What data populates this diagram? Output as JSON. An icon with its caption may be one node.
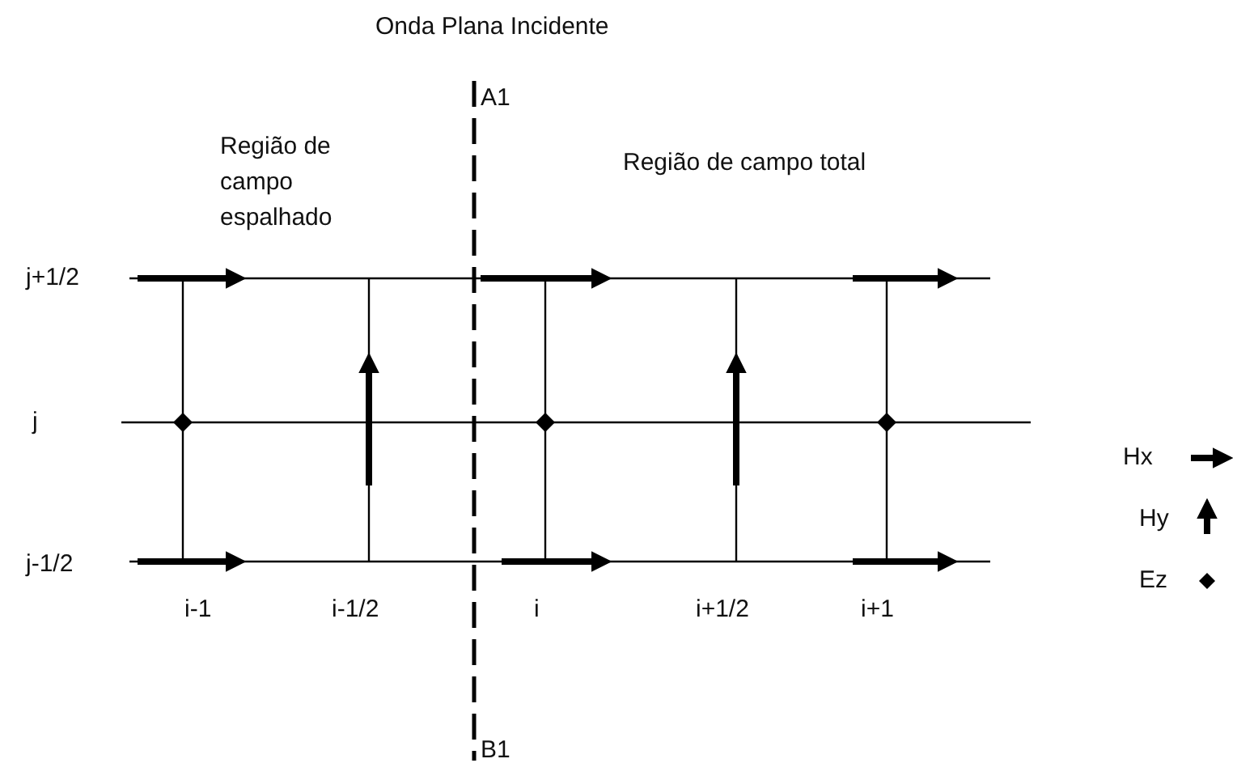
{
  "diagram": {
    "labels": [
      "Onda Plana Incidente",
      "A1",
      "Região de campo espalhado",
      "Região de campo total",
      "j+1/2",
      "j",
      "j-1/2",
      "i-1",
      "i-1/2",
      "i",
      "i+1/2",
      "i+1",
      "B1"
    ],
    "legend": [
      {
        "text": "Hx"
      },
      {
        "text": "Hy"
      },
      {
        "text": "Ez"
      }
    ]
  }
}
